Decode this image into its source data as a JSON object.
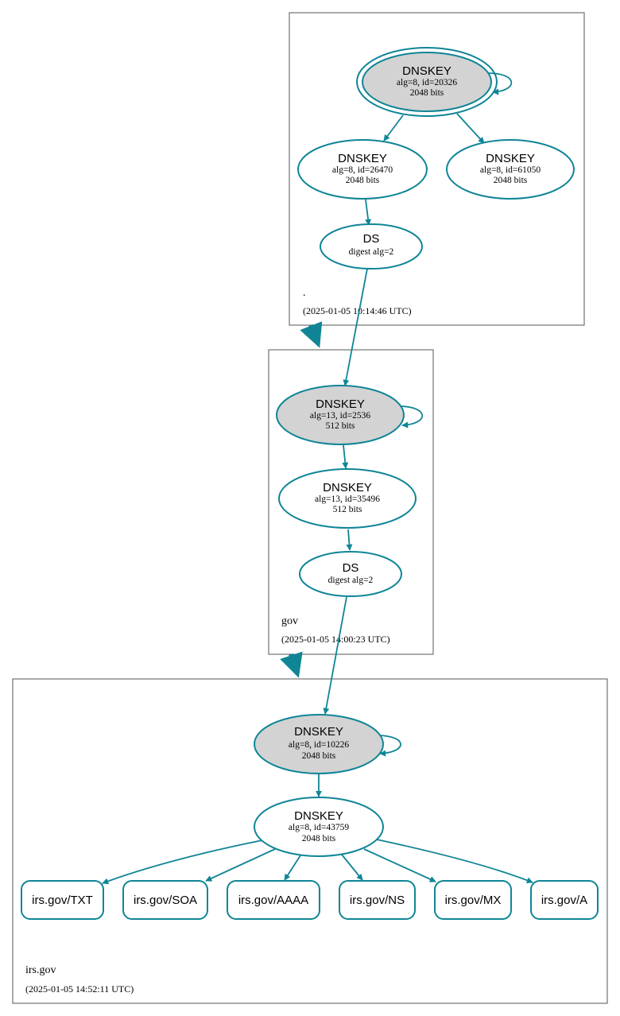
{
  "zones": {
    "root": {
      "name": ".",
      "timestamp": "(2025-01-05 10:14:46 UTC)"
    },
    "gov": {
      "name": "gov",
      "timestamp": "(2025-01-05 14:00:23 UTC)"
    },
    "irs": {
      "name": "irs.gov",
      "timestamp": "(2025-01-05 14:52:11 UTC)"
    }
  },
  "nodes": {
    "root_ksk": {
      "title": "DNSKEY",
      "line1": "alg=8, id=20326",
      "line2": "2048 bits"
    },
    "root_zsk1": {
      "title": "DNSKEY",
      "line1": "alg=8, id=26470",
      "line2": "2048 bits"
    },
    "root_zsk2": {
      "title": "DNSKEY",
      "line1": "alg=8, id=61050",
      "line2": "2048 bits"
    },
    "root_ds": {
      "title": "DS",
      "line1": "digest alg=2"
    },
    "gov_ksk": {
      "title": "DNSKEY",
      "line1": "alg=13, id=2536",
      "line2": "512 bits"
    },
    "gov_zsk": {
      "title": "DNSKEY",
      "line1": "alg=13, id=35496",
      "line2": "512 bits"
    },
    "gov_ds": {
      "title": "DS",
      "line1": "digest alg=2"
    },
    "irs_ksk": {
      "title": "DNSKEY",
      "line1": "alg=8, id=10226",
      "line2": "2048 bits"
    },
    "irs_zsk": {
      "title": "DNSKEY",
      "line1": "alg=8, id=43759",
      "line2": "2048 bits"
    }
  },
  "records": [
    "irs.gov/TXT",
    "irs.gov/SOA",
    "irs.gov/AAAA",
    "irs.gov/NS",
    "irs.gov/MX",
    "irs.gov/A"
  ],
  "colors": {
    "edge": "#0f8596",
    "key_fill": "#d3d3d3",
    "zone_border": "#555555"
  }
}
